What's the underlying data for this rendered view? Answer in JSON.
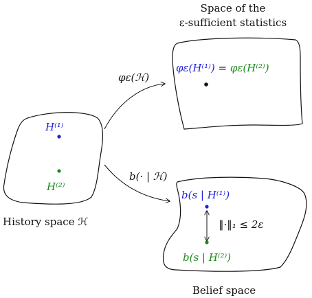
{
  "history": {
    "caption": "History space ℋ",
    "h1": "H⁽¹⁾",
    "h2": "H⁽²⁾",
    "color_h1": "#1f1fd6",
    "color_h2": "#1a8a1a"
  },
  "statistics": {
    "title_line1": "Space of the",
    "title_line2": "ε-sufficient statistics",
    "eq_left": "φε(H⁽¹⁾)",
    "eq_sign": " = ",
    "eq_right": "φε(H⁽²⁾)"
  },
  "belief": {
    "caption": "Belief space",
    "b1": "b(s | H⁽¹⁾)",
    "b2": "b(s | H⁽²⁾)",
    "norm": "‖·‖₁ ≤ 2ε"
  },
  "arrows": {
    "phi_label": "φε(ℋ)",
    "b_label": "b(· | ℋ)"
  }
}
